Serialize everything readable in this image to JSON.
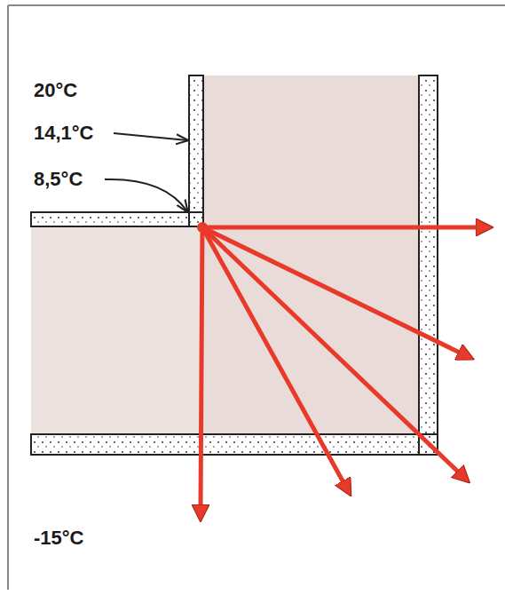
{
  "diagram": {
    "labels": [
      "20°C",
      "14,1°C",
      "8,5°C",
      "-15°C"
    ]
  }
}
